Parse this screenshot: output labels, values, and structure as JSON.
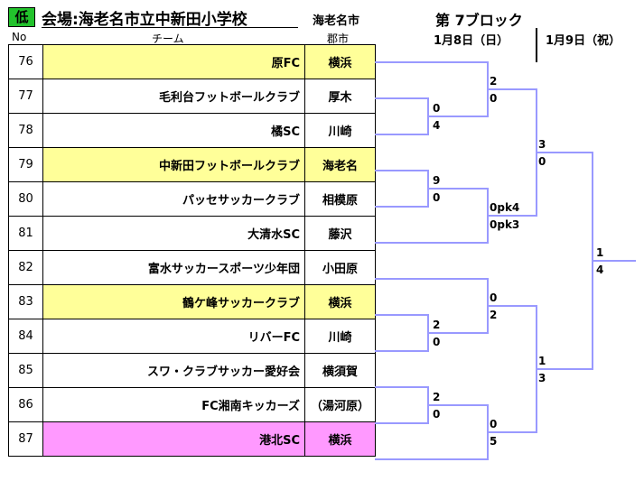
{
  "header": {
    "level_badge": "低",
    "venue": "会場:海老名市立中新田小学校",
    "city": "海老名市",
    "block_title": "第 7ブロック",
    "day1": "1月8日（日）",
    "day2": "1月9日（祝）",
    "col_no": "No",
    "col_team": "チーム",
    "col_pref": "郡市"
  },
  "colors": {
    "highlight_yellow": "#ffff99",
    "highlight_pink": "#ff99ff",
    "bracket_line": "#9999ff",
    "badge_green": "#22c22c"
  },
  "teams": [
    {
      "no": "76",
      "name": "原FC",
      "area": "横浜",
      "highlight": "yellow"
    },
    {
      "no": "77",
      "name": "毛利台フットボールクラブ",
      "area": "厚木",
      "highlight": "none"
    },
    {
      "no": "78",
      "name": "橘SC",
      "area": "川崎",
      "highlight": "none"
    },
    {
      "no": "79",
      "name": "中新田フットボールクラブ",
      "area": "海老名",
      "highlight": "yellow"
    },
    {
      "no": "80",
      "name": "パッセサッカークラブ",
      "area": "相模原",
      "highlight": "none"
    },
    {
      "no": "81",
      "name": "大清水SC",
      "area": "藤沢",
      "highlight": "none"
    },
    {
      "no": "82",
      "name": "富水サッカースポーツ少年団",
      "area": "小田原",
      "highlight": "none"
    },
    {
      "no": "83",
      "name": "鶴ケ峰サッカークラブ",
      "area": "横浜",
      "highlight": "yellow"
    },
    {
      "no": "84",
      "name": "リバーFC",
      "area": "川崎",
      "highlight": "none"
    },
    {
      "no": "85",
      "name": "スワ・クラブサッカー愛好会",
      "area": "横須賀",
      "highlight": "none"
    },
    {
      "no": "86",
      "name": "FC湘南キッカーズ",
      "area": "（湯河原）",
      "highlight": "none"
    },
    {
      "no": "87",
      "name": "港北SC",
      "area": "横浜",
      "highlight": "pink"
    }
  ],
  "scores": {
    "m77_78": [
      "0",
      "4"
    ],
    "m79_80": [
      "9",
      "0"
    ],
    "m83_84": [
      "2",
      "0"
    ],
    "m85_86": [
      "2",
      "0"
    ],
    "m76_w": [
      "2",
      "0"
    ],
    "m_w_81": [
      "0pk4",
      "0pk3"
    ],
    "m82_w": [
      "0",
      "2"
    ],
    "m_w_87": [
      "0",
      "5"
    ],
    "semi_top": [
      "3",
      "0"
    ],
    "semi_bottom": [
      "1",
      "3"
    ],
    "final": [
      "1",
      "4"
    ]
  }
}
